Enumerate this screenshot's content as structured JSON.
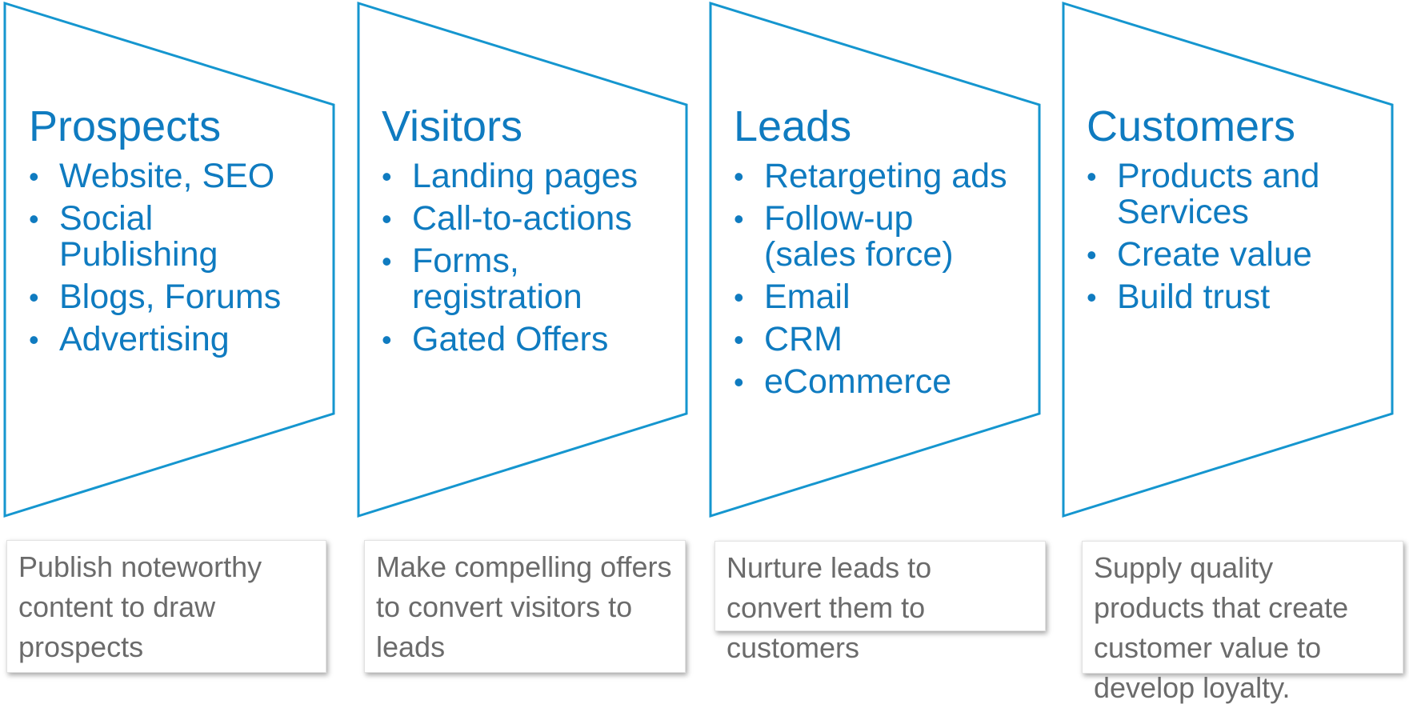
{
  "colors": {
    "stage_stroke": "#1596cf",
    "stage_text": "#0f7bc0",
    "note_text": "#6b6b6b"
  },
  "stages": [
    {
      "title": "Prospects",
      "bullets": [
        "Website, SEO",
        "Social Publishing",
        "Blogs, Forums",
        "Advertising"
      ],
      "note": "Publish noteworthy content to draw prospects"
    },
    {
      "title": "Visitors",
      "bullets": [
        "Landing pages",
        "Call-to-actions",
        "Forms, registration",
        "Gated Offers"
      ],
      "note": "Make compelling offers to convert visitors to leads"
    },
    {
      "title": "Leads",
      "bullets": [
        "Retargeting ads",
        "Follow-up (sales force)",
        "Email",
        "CRM",
        "eCommerce"
      ],
      "note": "Nurture leads to convert them to customers"
    },
    {
      "title": "Customers",
      "bullets": [
        "Products and Services",
        "Create value",
        "Build trust"
      ],
      "note": "Supply quality products that create customer value to develop loyalty."
    }
  ]
}
